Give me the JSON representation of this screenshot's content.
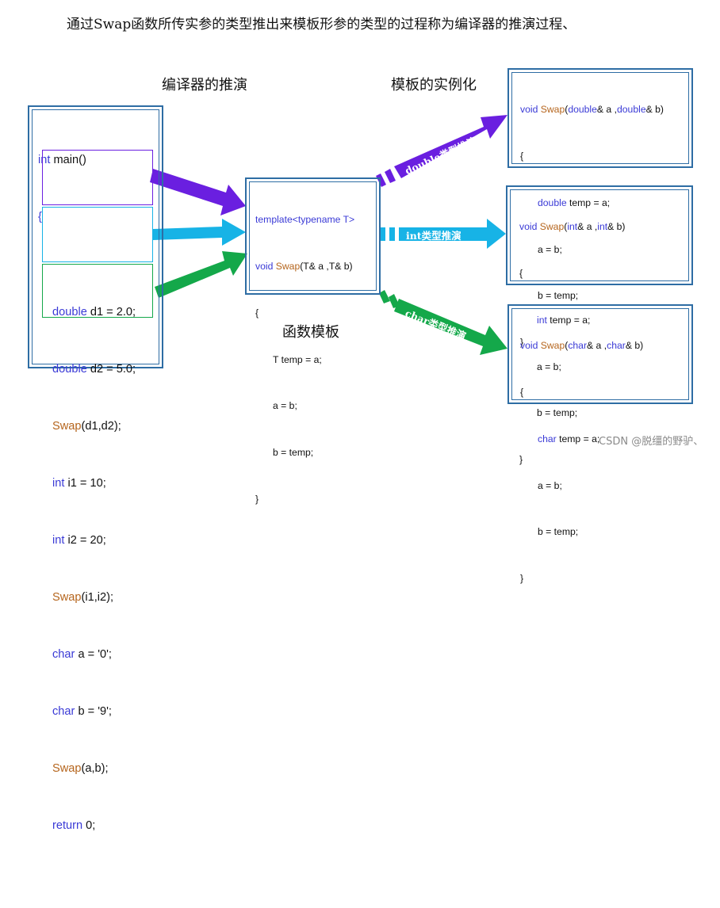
{
  "title": "通过Swap函数所传实参的类型推出来模板形参的类型的过程称为编译器的推演过程、",
  "labels": {
    "compiler_deduction": "编译器的推演",
    "instantiation": "模板的实例化",
    "function_template": "函数模板"
  },
  "main_code": {
    "line1_kw": "int",
    "line1_rest": " main()",
    "open": "{",
    "double_group": [
      "double d1 = 2.0;",
      "double d2 = 5.0;",
      "Swap(d1,d2);"
    ],
    "int_group": [
      "int i1 = 10;",
      "int i2 = 20;",
      "Swap(i1,i2);"
    ],
    "char_group": [
      "char a = '0';",
      "char b = '9';",
      "Swap(a,b);"
    ],
    "return_line": "return 0;",
    "close": "}"
  },
  "template_code": {
    "line1": "template<typename T>",
    "line2": "void Swap(T& a ,T& b)",
    "line3": "{",
    "line4": "T temp = a;",
    "line5": "a = b;",
    "line6": "b = temp;",
    "line7": "}"
  },
  "instances": [
    {
      "signature": "void Swap(double& a ,double& b)",
      "open": "{",
      "body1": "double temp = a;",
      "body2": "a = b;",
      "body3": "b = temp;",
      "close": "}"
    },
    {
      "signature": "void Swap(int& a ,int& b)",
      "open": "{",
      "body1": "int temp = a;",
      "body2": "a = b;",
      "body3": "b = temp;",
      "close": "}"
    },
    {
      "signature": "void Swap(char& a ,char& b)",
      "open": "{",
      "body1": "char temp = a;",
      "body2": "a = b;",
      "body3": "b = temp;",
      "close": "}"
    }
  ],
  "arrow_labels": {
    "double": "double类型推演",
    "int": "int类型推演",
    "char": "char类型推演"
  },
  "colors": {
    "purple": "#6a1fe0",
    "cyan": "#17b3e6",
    "green": "#14a84a",
    "box_border": "#2e6da4",
    "keyword": "#3a3ad6",
    "function": "#b5651d"
  },
  "watermark": "CSDN @脱缰的野驴、"
}
